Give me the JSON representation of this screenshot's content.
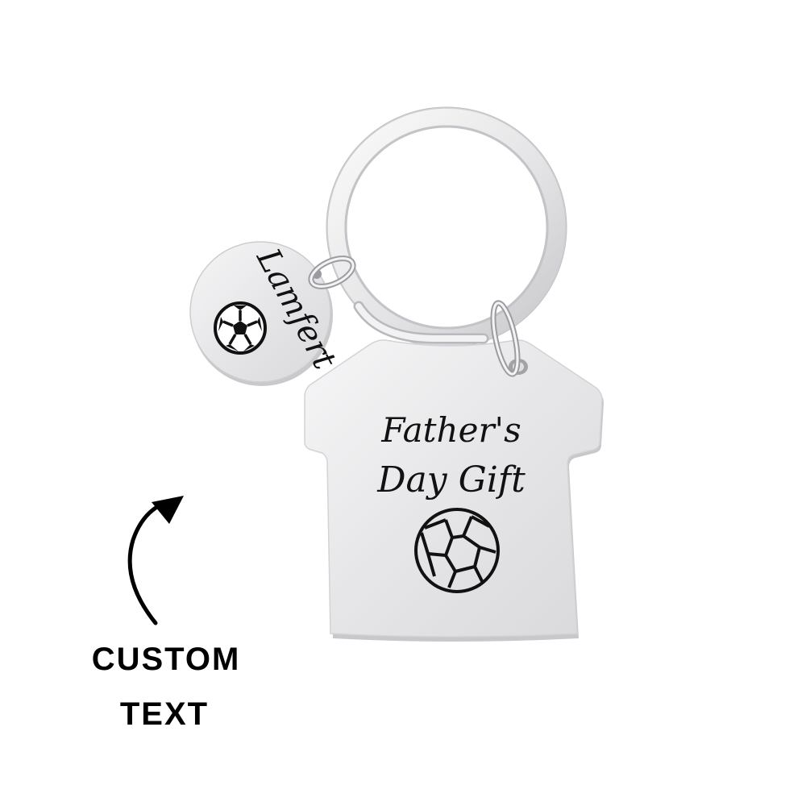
{
  "product": {
    "type": "personalized keychain",
    "material_color": "#e9e9ea",
    "engraving_color": "#111111"
  },
  "round_tag": {
    "engraved_name": "Lamfert",
    "icon": "soccer-ball-icon"
  },
  "shirt_tag": {
    "line1": "Father's",
    "line2": "Day Gift",
    "icon": "soccer-ball-icon"
  },
  "callout": {
    "line1": "CUSTOM",
    "line2": "TEXT",
    "icon": "curved-arrow-icon"
  }
}
